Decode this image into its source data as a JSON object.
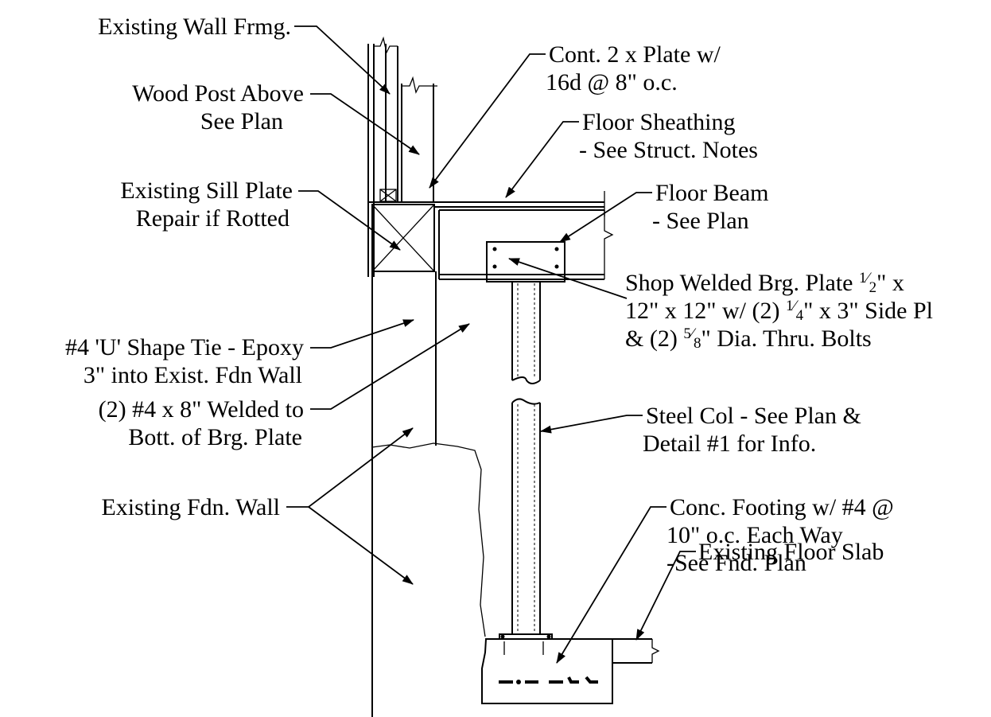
{
  "labels": {
    "existing_wall_frmg": "Existing Wall Frmg.",
    "wood_post_1": "Wood Post Above",
    "wood_post_2": "See Plan",
    "sill_plate_1": "Existing Sill Plate",
    "sill_plate_2": "Repair if Rotted",
    "u_tie_1": "#4 'U' Shape Tie - Epoxy",
    "u_tie_2": "3\" into Exist. Fdn Wall",
    "welded_1": "(2) #4 x 8\" Welded to",
    "welded_2": "Bott. of Brg. Plate",
    "fdn_wall": "Existing Fdn. Wall",
    "cont_plate_1": "Cont. 2 x Plate w/",
    "cont_plate_2": "16d @ 8\" o.c.",
    "floor_sheathing_1": "Floor Sheathing",
    "floor_sheathing_2": "- See Struct. Notes",
    "floor_beam_1": "Floor Beam",
    "floor_beam_2": "- See Plan",
    "brg_plate_1a": "Shop Welded Brg. Plate ",
    "brg_plate_1b": "\" x",
    "brg_plate_2a": "12\" x 12\" w/ (2) ",
    "brg_plate_2b": "\" x 3\" Side Pl",
    "brg_plate_3a": "& (2) ",
    "brg_plate_3b": "\" Dia. Thru. Bolts",
    "steel_col_1": "Steel Col - See Plan &",
    "steel_col_2": "Detail #1 for Info.",
    "footing_1": "Conc. Footing w/ #4 @",
    "footing_2": "10\" o.c. Each Way",
    "footing_3": "-See Fnd. Plan",
    "floor_slab": "Existing Floor Slab"
  },
  "fractions": {
    "half_num": "1",
    "half_den": "2",
    "quarter_num": "1",
    "quarter_den": "4",
    "five_eighth_num": "5",
    "five_eighth_den": "8"
  }
}
